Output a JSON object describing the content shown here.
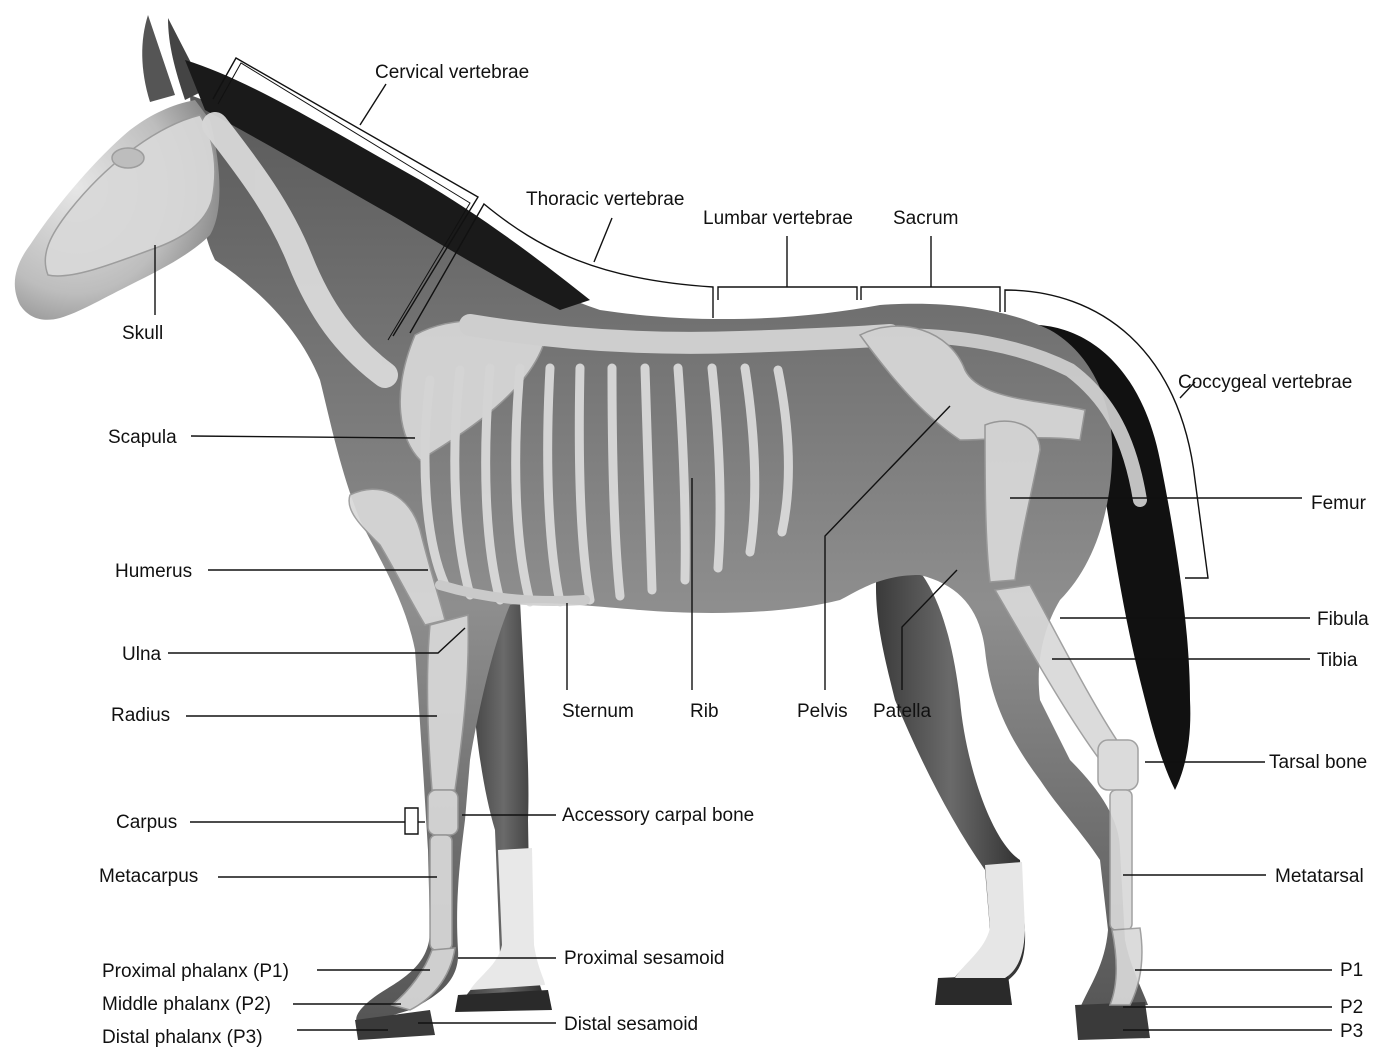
{
  "labels": {
    "cervical": "Cervical vertebrae",
    "thoracic": "Thoracic vertebrae",
    "lumbar": "Lumbar vertebrae",
    "sacrum": "Sacrum",
    "coccygeal": "Coccygeal vertebrae",
    "skull": "Skull",
    "scapula": "Scapula",
    "humerus": "Humerus",
    "ulna": "Ulna",
    "radius": "Radius",
    "carpus": "Carpus",
    "metacarpus": "Metacarpus",
    "p1_left": "Proximal phalanx (P1)",
    "p2_left": "Middle phalanx (P2)",
    "p3_left": "Distal phalanx (P3)",
    "sternum": "Sternum",
    "rib": "Rib",
    "pelvis": "Pelvis",
    "patella": "Patella",
    "accessory_carpal": "Accessory carpal bone",
    "proximal_sesamoid": "Proximal sesamoid",
    "distal_sesamoid": "Distal sesamoid",
    "femur": "Femur",
    "fibula": "Fibula",
    "tibia": "Tibia",
    "tarsal": "Tarsal bone",
    "metatarsal": "Metatarsal",
    "p1_right": "P1",
    "p2_right": "P2",
    "p3_right": "P3"
  }
}
